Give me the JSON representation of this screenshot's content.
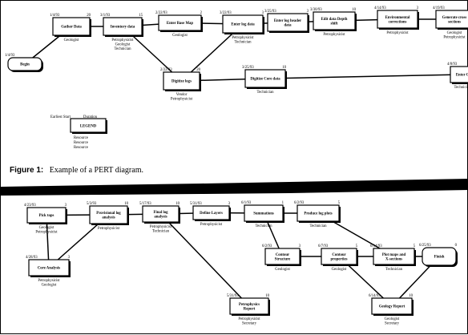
{
  "figure": {
    "label": "Figure 1:",
    "title": "Example of a PERT diagram."
  },
  "legend": {
    "title": "LEGEND",
    "earliest_start_label": "Earliest Start",
    "duration_label": "Duration",
    "resource_lines": [
      "Resource",
      "Resource",
      "Resource"
    ]
  },
  "top_network": {
    "tasks": [
      {
        "id": "begin",
        "name": "Begin",
        "date": "1/4/93",
        "duration": "",
        "resources": [],
        "shape": "rounded"
      },
      {
        "id": "gather-data",
        "name": "Gather Data",
        "date": "1/4/93",
        "duration": "20",
        "resources": [
          "Geologist"
        ]
      },
      {
        "id": "inventory-data",
        "name": "Inventory data",
        "date": "3/1/93",
        "duration": "15",
        "resources": [
          "Petrophysicist",
          "Geologist",
          "Technician"
        ]
      },
      {
        "id": "enter-base-map",
        "name": "Enter Base Map",
        "date": "2/22/93",
        "duration": "2",
        "resources": [
          "Geologist"
        ]
      },
      {
        "id": "enter-log-data",
        "name": "Enter log data",
        "date": "3/22/93",
        "duration": "3",
        "resources": [
          "Petrophysicist",
          "Technician"
        ]
      },
      {
        "id": "enter-log-header",
        "name": "Enter log header data",
        "date": "3/25/93",
        "duration": "3",
        "resources": []
      },
      {
        "id": "edit-data",
        "name": "Edit data Depth shift",
        "date": "3/30/93",
        "duration": "10",
        "resources": [
          "Petrophysicist"
        ]
      },
      {
        "id": "environmental-corrections",
        "name": "Environmental corrections",
        "date": "4/14/93",
        "duration": "3",
        "resources": [
          "Petrophysicist"
        ]
      },
      {
        "id": "generate-cross-sections",
        "name": "Generate cross sections",
        "date": "4/19/93",
        "duration": "",
        "resources": [
          "Geologist",
          "Petrophysicist"
        ]
      },
      {
        "id": "digitize-logs",
        "name": "Digitize logs",
        "date": "2/22/93",
        "duration": "20",
        "resources": [
          "Vendor",
          "Petrophysicist"
        ]
      },
      {
        "id": "digitize-core-data",
        "name": "Digitize Core data",
        "date": "3/25/93",
        "duration": "10",
        "resources": [
          "Technician"
        ]
      },
      {
        "id": "enter-core",
        "name": "Enter C",
        "date": "4/8/93",
        "duration": "",
        "resources": [
          "Technician"
        ]
      }
    ]
  },
  "bottom_network": {
    "tasks": [
      {
        "id": "pick-tops",
        "name": "Pick tops",
        "date": "4/23/93",
        "duration": "3",
        "resources": [
          "Geologist",
          "Petrophysicist"
        ]
      },
      {
        "id": "provisional-log-analysis",
        "name": "Provisional log analysis",
        "date": "5/3/93",
        "duration": "10",
        "resources": [
          "Petrophysicist"
        ]
      },
      {
        "id": "final-log-analysis",
        "name": "Final log analysis",
        "date": "5/17/93",
        "duration": "10",
        "resources": [
          "Petrophysicist",
          "Technician"
        ]
      },
      {
        "id": "define-layers",
        "name": "Define Layers",
        "date": "5/31/93",
        "duration": "3",
        "resources": [
          "Petrophysicist"
        ]
      },
      {
        "id": "summations",
        "name": "Summations",
        "date": "6/1/93",
        "duration": "1",
        "resources": [
          "Technician"
        ]
      },
      {
        "id": "produce-log-plots",
        "name": "Produce log plots",
        "date": "6/2/93",
        "duration": "5",
        "resources": [
          "Technician"
        ]
      },
      {
        "id": "core-analysis",
        "name": "Core Analysis",
        "date": "4/28/93",
        "duration": "3",
        "resources": [
          "Petrophysicist",
          "Geologist"
        ]
      },
      {
        "id": "contour-structure",
        "name": "Contour Structure",
        "date": "6/2/93",
        "duration": "3",
        "resources": [
          "Geologist"
        ]
      },
      {
        "id": "contour-properties",
        "name": "Contour properties",
        "date": "6/7/93",
        "duration": "5",
        "resources": [
          "Geologist"
        ]
      },
      {
        "id": "plot-maps",
        "name": "Plot maps and X-sections",
        "date": "6/14/93",
        "duration": "5",
        "resources": [
          "Technician"
        ]
      },
      {
        "id": "finish",
        "name": "Finish",
        "date": "6/25/93",
        "duration": "0",
        "resources": [],
        "shape": "rounded"
      },
      {
        "id": "petrophysics-report",
        "name": "Petrophysics Report",
        "date": "5/31/93",
        "duration": "10",
        "resources": [
          "Petrophysicist",
          "Secretary"
        ]
      },
      {
        "id": "geology-report",
        "name": "Geology Report",
        "date": "6/14/93",
        "duration": "10",
        "resources": [
          "Geologist",
          "Secretary"
        ]
      }
    ]
  }
}
